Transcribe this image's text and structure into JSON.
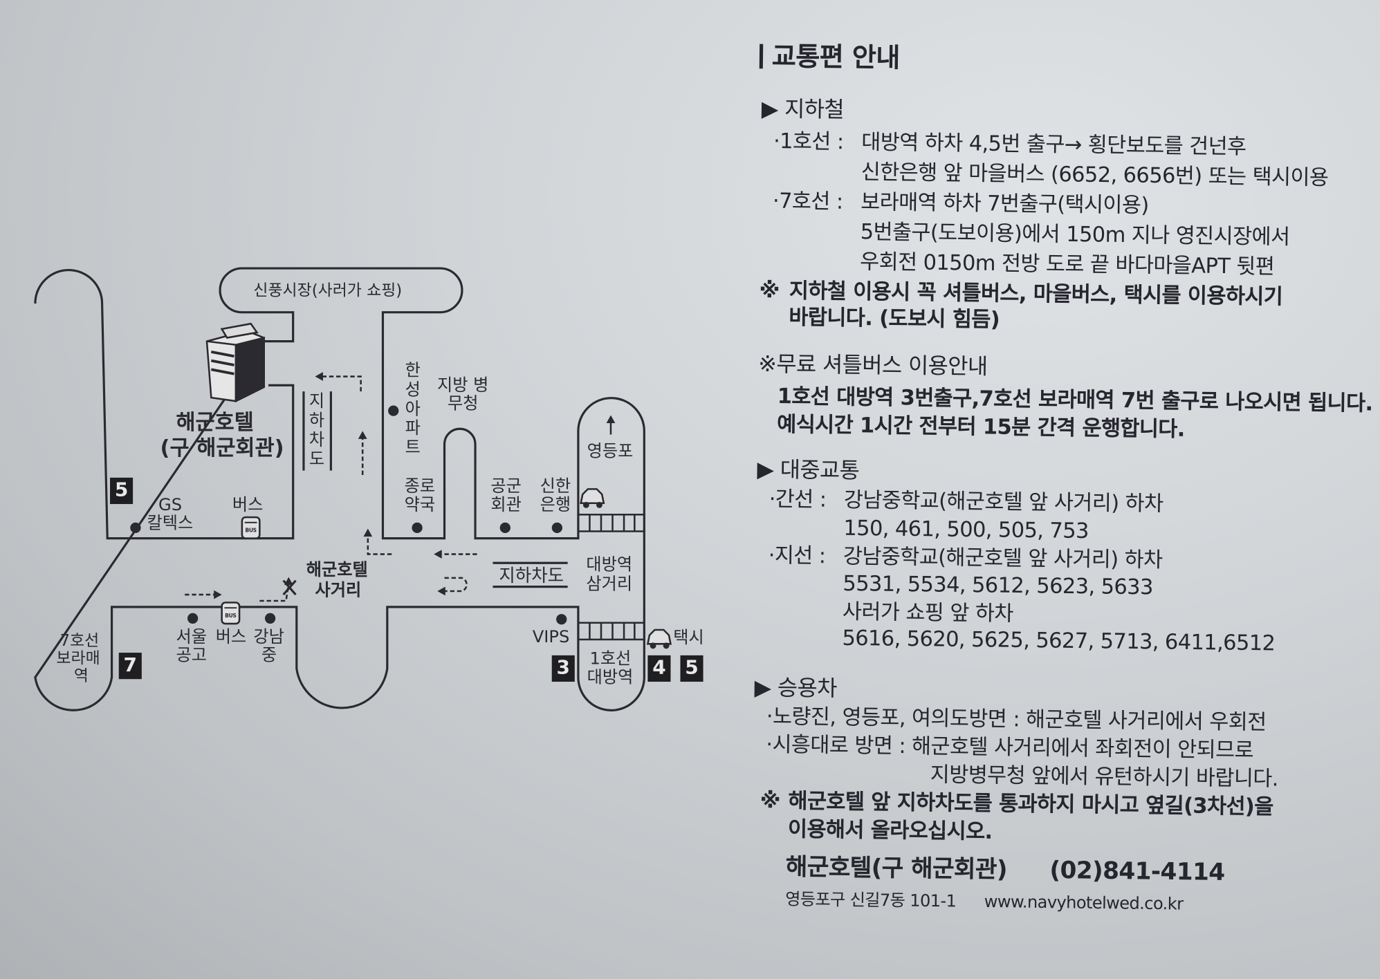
{
  "map": {
    "market": "신풍시장(사러가 쇼핑)",
    "hotel_name": "해군호텔",
    "hotel_old_name": "(구 해군회관)",
    "underpass_vertical": "지하차도",
    "underpass_horizontal": "지하차도",
    "hansung_apt": "한성아파트",
    "military_office": "지방 병무청",
    "yeongdeungpo": "영등포",
    "jongno_pharmacy": "종로 약국",
    "airforce_hall": "공군 회관",
    "shinhan_bank": "신한 은행",
    "gs_caltex_1": "GS",
    "gs_caltex_2": "칼텍스",
    "bus_stop_top": "버스",
    "intersection_1": "해군호텔",
    "intersection_2": "사거리",
    "daebang_junction_1": "대방역",
    "daebang_junction_2": "삼거리",
    "boramae_1": "7호선",
    "boramae_2": "보라매",
    "boramae_3": "역",
    "seoul_tech_1": "서울",
    "seoul_tech_2": "공고",
    "bus_stop_bottom": "버스",
    "gangnam_ms_1": "강남",
    "gangnam_ms_2": "중",
    "vips": "VIPS",
    "line1_1": "1호선",
    "line1_2": "대방역",
    "taxi": "택시",
    "bus_icon_text": "BUS",
    "exits": {
      "e5_left": "5",
      "e7": "7",
      "e3": "3",
      "e4": "4",
      "e5_right": "5"
    }
  },
  "info": {
    "title": "교통편 안내",
    "subway": {
      "heading": "지하철",
      "line1_label": "·1호선 :",
      "line1_a": "대방역 하차 4,5번 출구→ 횡단보도를 건넌후",
      "line1_b": "신한은행 앞 마을버스 (6652, 6656번) 또는 택시이용",
      "line7_label": "·7호선 :",
      "line7_a": "보라매역 하차 7번출구(택시이용)",
      "line7_b": "5번출구(도보이용)에서 150m 지나 영진시장에서",
      "line7_c": "우회전 0150m 전방 도로 끝 바다마을APT 뒷편",
      "note_mark": "※",
      "note_a": "지하철 이용시 꼭 셔틀버스, 마을버스, 택시를 이용하시기",
      "note_b": "바랍니다. (도보시 힘듬)"
    },
    "shuttle": {
      "heading": "※무료 셔틀버스 이용안내",
      "line_a": "1호선 대방역 3번출구,7호선 보라매역 7번 출구로 나오시면 됩니다.",
      "line_b": "예식시간 1시간 전부터 15분 간격 운행합니다."
    },
    "public": {
      "heading": "대중교통",
      "trunk_label": "·간선 :",
      "trunk_stop": "강남중학교(해군호텔 앞 사거리) 하차",
      "trunk_buses": "150, 461, 500, 505, 753",
      "branch_label": "·지선 :",
      "branch_stop": "강남중학교(해군호텔 앞 사거리) 하차",
      "branch_buses": "5531, 5534, 5612, 5623, 5633",
      "branch_stop2": "사러가 쇼핑 앞 하차",
      "branch_buses2": "5616, 5620, 5625, 5627, 5713, 6411,6512"
    },
    "car": {
      "heading": "승용차",
      "line_a": "·노량진, 영등포, 여의도방면 : 해군호텔 사거리에서 우회전",
      "line_b": "·시흥대로 방면 : 해군호텔 사거리에서 좌회전이 안되므로",
      "line_c": "지방병무청 앞에서 유턴하시기 바랍니다.",
      "note_mark": "※",
      "note_a": "해군호텔 앞 지하차도를 통과하지 마시고 옆길(3차선)을",
      "note_b": "이용해서 올라오십시오."
    },
    "footer": {
      "name": "해군호텔(구 해군회관)",
      "phone": "(02)841-4114",
      "address": "영등포구 신길7동 101-1",
      "website": "www.navyhotelwed.co.kr"
    }
  }
}
